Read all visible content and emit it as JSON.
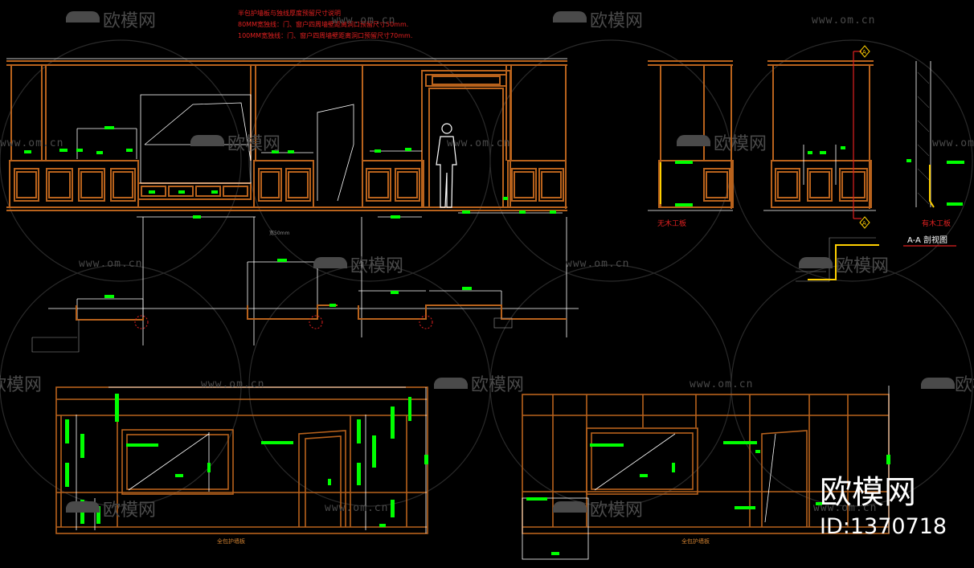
{
  "notes": {
    "line1": "半包护墙板与独线厚度预留尺寸说明",
    "line2": "80MM宽独线：门、窗户四周墙壁距离洞口预留尺寸50mm.",
    "line3": "100MM宽独线：门、窗户四周墙壁距离洞口预留尺寸70mm."
  },
  "labels": {
    "no_wood_base": "无木工板",
    "with_wood_base": "有木工板",
    "section_title": "A-A 剖视图",
    "axis_a_top": "A",
    "axis_a_bottom": "A",
    "full_panel_left": "全包护墙板",
    "full_panel_right": "全包护墙板",
    "dimension_note": "宽50mm"
  },
  "watermark": {
    "brand": "欧模网",
    "url": "www.om.cn",
    "big_brand": "欧模网",
    "id": "ID:1370718"
  },
  "colors": {
    "background": "#000000",
    "wood": "#b8621c",
    "wood_light": "#d08a3c",
    "dimension": "#00ff00",
    "construction": "#ffffff",
    "note_text": "#e02020",
    "watermark": "#4a4a4a"
  }
}
